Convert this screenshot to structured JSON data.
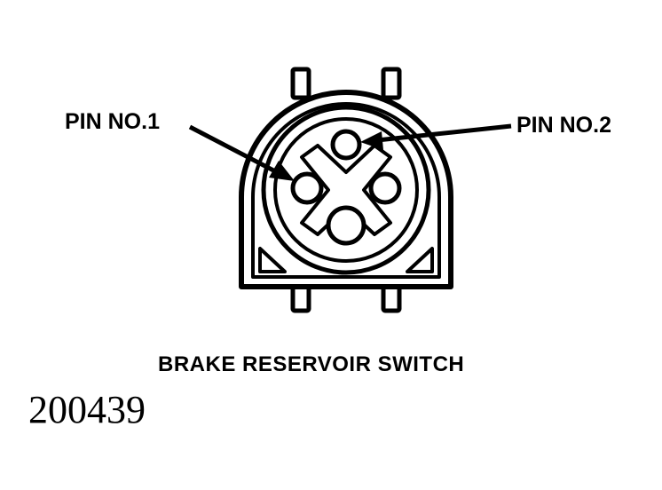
{
  "labels": {
    "pin1": "PIN NO.1",
    "pin2": "PIN NO.2",
    "caption": "BRAKE RESERVOIR SWITCH",
    "figure_number": "200439"
  }
}
